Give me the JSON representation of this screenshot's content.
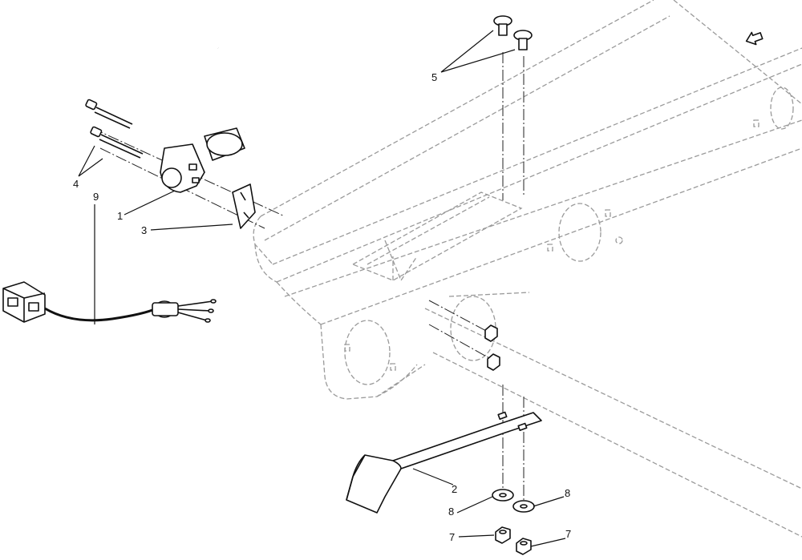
{
  "callouts": {
    "c1": "1",
    "c2": "2",
    "c3": "3",
    "c4": "4",
    "c5": "5",
    "c7a": "7",
    "c7b": "7",
    "c8a": "8",
    "c8b": "8",
    "c9": "9"
  },
  "icons": {
    "direction": "front-direction-arrow-icon"
  }
}
